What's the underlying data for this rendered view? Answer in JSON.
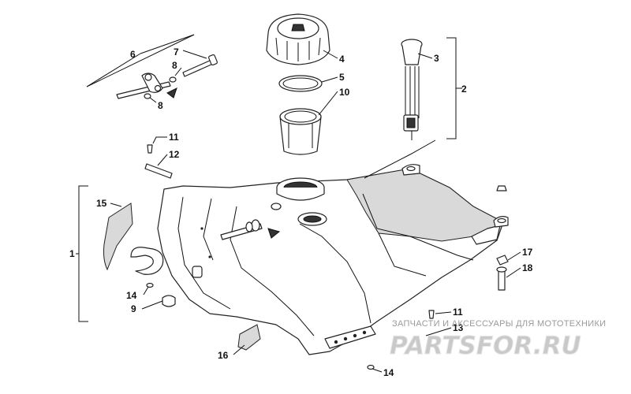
{
  "labels": {
    "l1": "1",
    "l2": "2",
    "l3": "3",
    "l4": "4",
    "l5": "5",
    "l6": "6",
    "l7": "7",
    "l8a": "8",
    "l8b": "8",
    "l9": "9",
    "l10": "10",
    "l11a": "11",
    "l11b": "11",
    "l12": "12",
    "l13": "13",
    "l14a": "14",
    "l14b": "14",
    "l15": "15",
    "l16": "16",
    "l17": "17",
    "l18": "18"
  },
  "watermark": {
    "caption": "ЗАПЧАСТИ И АКСЕССУАРЫ ДЛЯ МОТОТЕХНИКИ",
    "logo_text": "PARTSFOR.RU",
    "logo_color": "#c9c9c9"
  },
  "colors": {
    "line": "#111111",
    "background": "#ffffff"
  }
}
